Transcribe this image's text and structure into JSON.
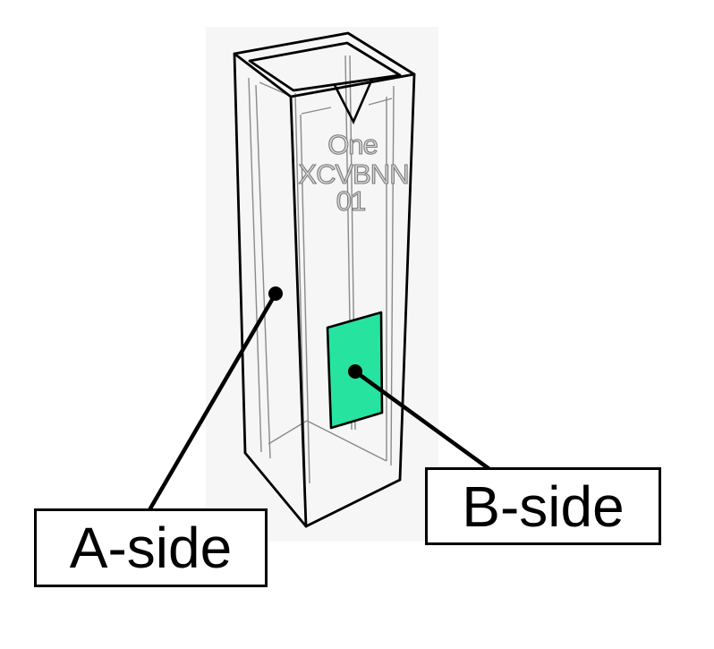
{
  "engraving": {
    "line1": "One",
    "line2": "XCVBNN",
    "line3": "01"
  },
  "labels": {
    "a_side": "A-side",
    "b_side": "B-side"
  },
  "colors": {
    "window": "#27e3a0",
    "outline": "#000000",
    "inner_line": "#8a8a8a",
    "background": "#ffffff"
  }
}
